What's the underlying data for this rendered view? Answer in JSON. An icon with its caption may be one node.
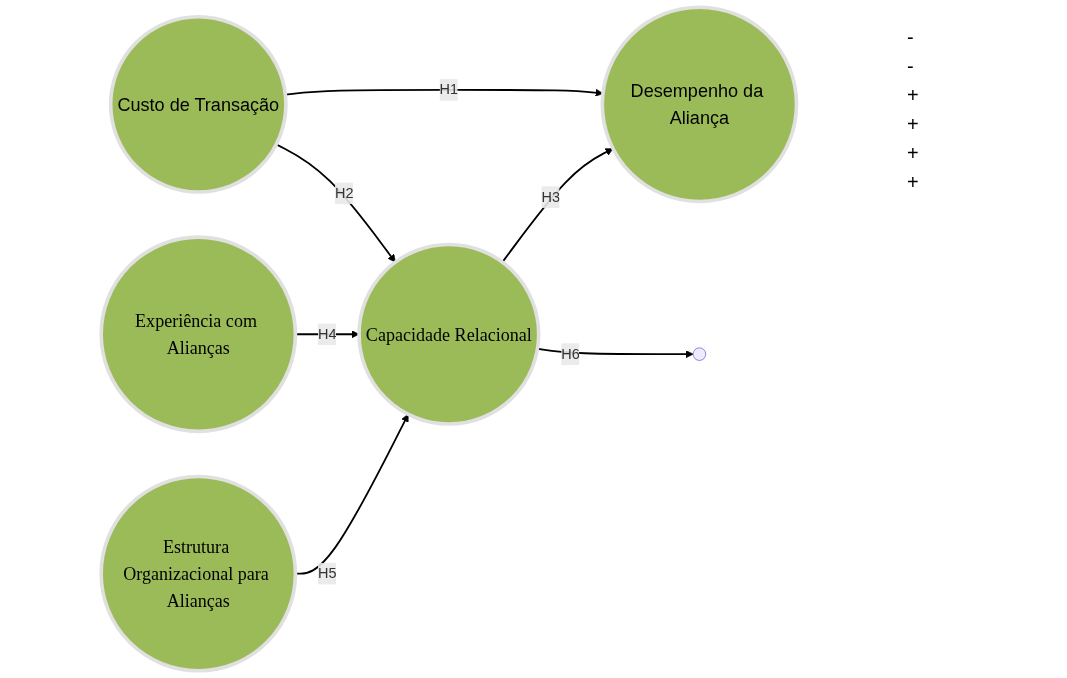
{
  "diagram": {
    "nodes": [
      {
        "text": [
          "Custo de Transação"
        ]
      },
      {
        "text": [
          "Desempenho da Aliança"
        ]
      },
      {
        "text": [
          "Experiência com Alianças"
        ]
      },
      {
        "text": [
          "Capacidade Relacional"
        ]
      },
      {
        "text": [
          "Estrutura Organizacional para Alianças"
        ]
      }
    ],
    "edges": [
      {
        "from": 0,
        "to": 1,
        "arrow": "to",
        "label": "H1"
      },
      {
        "from": 0,
        "to": 3,
        "arrow": "to",
        "label": "H2"
      },
      {
        "from": 3,
        "to": 1,
        "arrow": "to",
        "label": "H3"
      },
      {
        "from": 2,
        "to": 3,
        "arrow": "to",
        "label": "H4"
      },
      {
        "from": 4,
        "to": 3,
        "arrow": "to",
        "label": "H5"
      },
      {
        "from": 3,
        "to": null,
        "arrow": "to",
        "label": "H6"
      }
    ],
    "labels": [
      "-",
      "-",
      "+",
      "+",
      "+",
      "+"
    ]
  }
}
